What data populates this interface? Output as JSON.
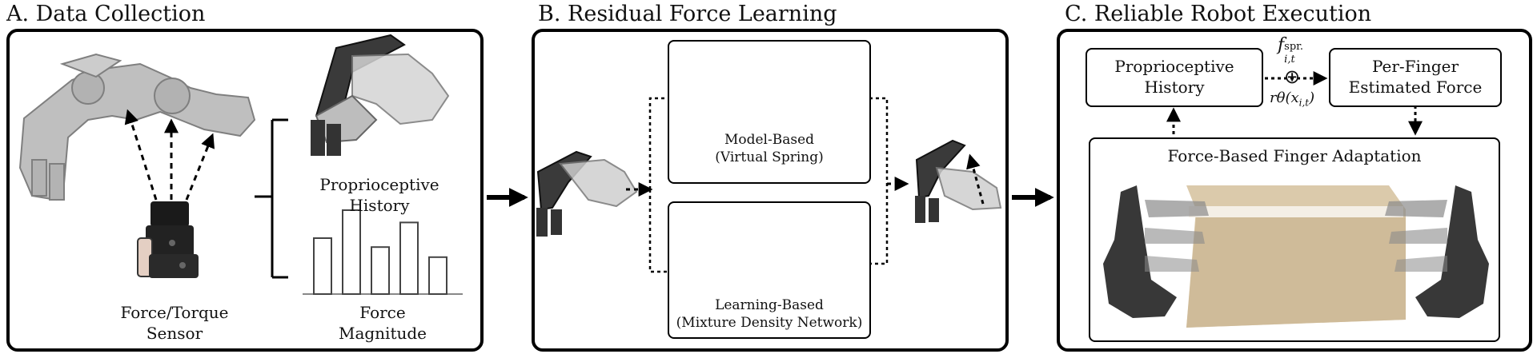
{
  "panels": {
    "a": {
      "title": "A. Data Collection",
      "sensor_label_1": "Force/Torque",
      "sensor_label_2": "Sensor",
      "history_label_1": "Proprioceptive",
      "history_label_2": "History",
      "magnitude_label_1": "Force",
      "magnitude_label_2": "Magnitude",
      "bar_chart": {
        "values": [
          0.5,
          0.75,
          0.42,
          0.64,
          0.33
        ]
      }
    },
    "b": {
      "title": "B. Residual Force Learning",
      "model_label_1": "Model-Based",
      "model_label_2": "(Virtual Spring)",
      "learning_label_1": "Learning-Based",
      "learning_label_2": "(Mixture Density Network)"
    },
    "c": {
      "title": "C. Reliable Robot Execution",
      "history_label_1": "Proprioceptive",
      "history_label_2": "History",
      "estimated_label_1": "Per-Finger",
      "estimated_label_2": "Estimated Force",
      "spring_term": "f",
      "spring_sub": "i,t",
      "spring_sup": "spr.",
      "oplus": "⊕",
      "residual_term": "rθ(x",
      "residual_sub": "i,t",
      "residual_close": ")",
      "adaptation_label": "Force-Based Finger Adaptation"
    }
  },
  "colors": {
    "border": "#000000",
    "robot_dark": "#3a3a3a",
    "robot_light": "#c8c8c8",
    "curve": "#555555",
    "box_fill": "#d9c7a7"
  },
  "icons": [
    "robot-hand-icon",
    "force-torque-sensor-icon",
    "spring-icon",
    "mixture-density-curve-icon",
    "grasped-box-icon"
  ]
}
